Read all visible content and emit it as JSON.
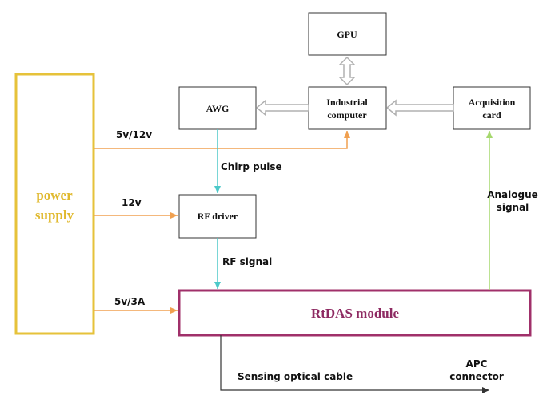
{
  "nodes": {
    "power_supply": {
      "line1": "power",
      "line2": "supply"
    },
    "gpu": {
      "label": "GPU"
    },
    "awg": {
      "label": "AWG"
    },
    "industrial_computer": {
      "line1": "Industrial",
      "line2": "computer"
    },
    "acquisition_card": {
      "line1": "Acquisition",
      "line2": "card"
    },
    "rf_driver": {
      "label": "RF driver"
    },
    "rtdas_module": {
      "label": "RtDAS module"
    }
  },
  "edges": {
    "supply_to_computer": "5v/12v",
    "supply_to_rf_driver": "12v",
    "supply_to_rtdas": "5v/3A",
    "chirp_pulse": "Chirp pulse",
    "rf_signal": "RF signal",
    "analogue_line1": "Analogue",
    "analogue_line2": "signal",
    "sensing_cable": "Sensing optical cable",
    "apc_line1": "APC",
    "apc_line2": "connector"
  },
  "colors": {
    "power_box": "#e6c23a",
    "power_text": "#e0b92e",
    "rtdas_border": "#a0306a",
    "rtdas_text": "#8e2a62",
    "orange_arrow": "#f0a050",
    "cyan_arrow": "#4cc9c9",
    "green_arrow": "#a6d86e",
    "gray_arrow": "#b0b0b0"
  }
}
